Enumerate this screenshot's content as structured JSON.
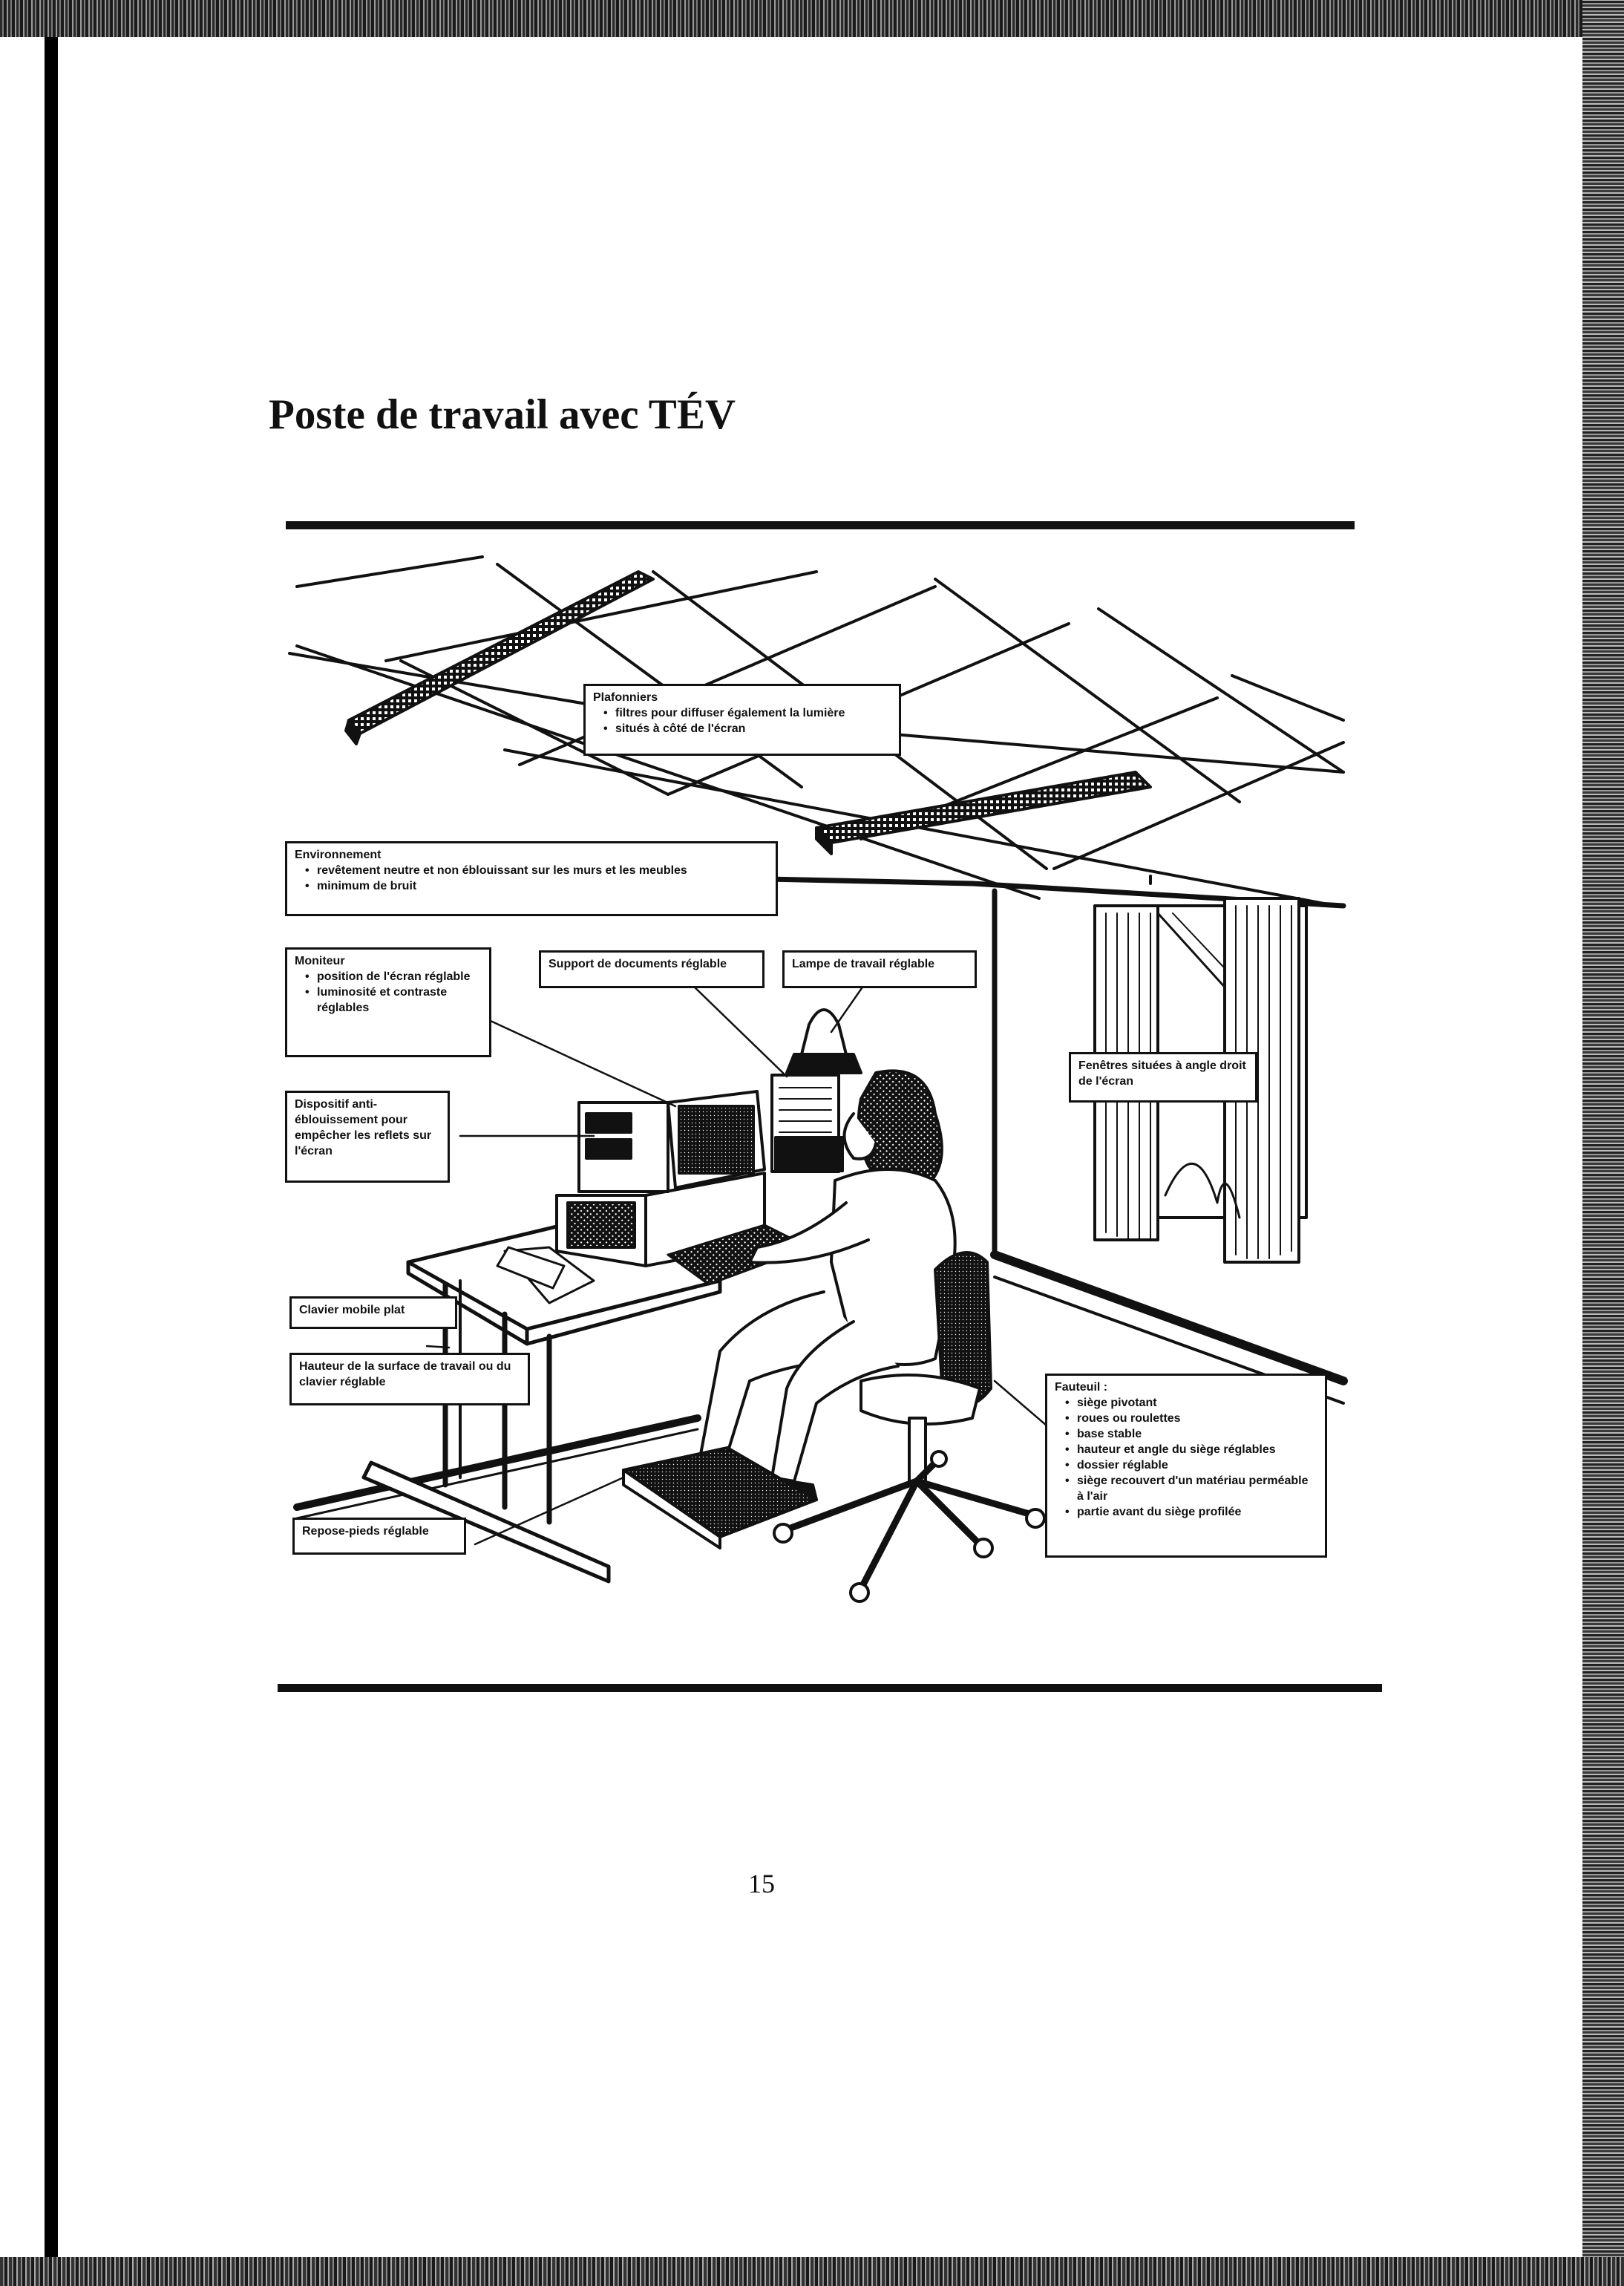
{
  "page": {
    "title": "Poste de travail avec TÉV",
    "page_number": "15"
  },
  "callouts": {
    "plafonniers": {
      "heading": "Plafonniers",
      "items": [
        "filtres pour diffuser également la lumière",
        "situés à côté de l'écran"
      ]
    },
    "environnement": {
      "heading": "Environnement",
      "items": [
        "revêtement neutre et non éblouissant sur les murs et les meubles",
        "minimum de bruit"
      ]
    },
    "moniteur": {
      "heading": "Moniteur",
      "items": [
        "position de l'écran réglable",
        "luminosité et contraste réglables"
      ]
    },
    "support_documents": {
      "text": "Support de documents réglable"
    },
    "lampe": {
      "text": "Lampe de travail réglable"
    },
    "fenetres": {
      "text": "Fenêtres situées à angle droit de l'écran"
    },
    "dispositif": {
      "text": "Dispositif anti-éblouissement pour empêcher les reflets sur l'écran"
    },
    "clavier": {
      "text": "Clavier mobile plat"
    },
    "hauteur": {
      "text": "Hauteur de la surface de travail ou du clavier réglable"
    },
    "repose_pieds": {
      "text": "Repose-pieds réglable"
    },
    "fauteuil": {
      "heading": "Fauteuil :",
      "items": [
        "siège pivotant",
        "roues ou roulettes",
        "base stable",
        "hauteur et angle du siège réglables",
        "dossier réglable",
        "siège recouvert d'un matériau perméable à l'air",
        "partie avant du siège profilée"
      ]
    }
  }
}
